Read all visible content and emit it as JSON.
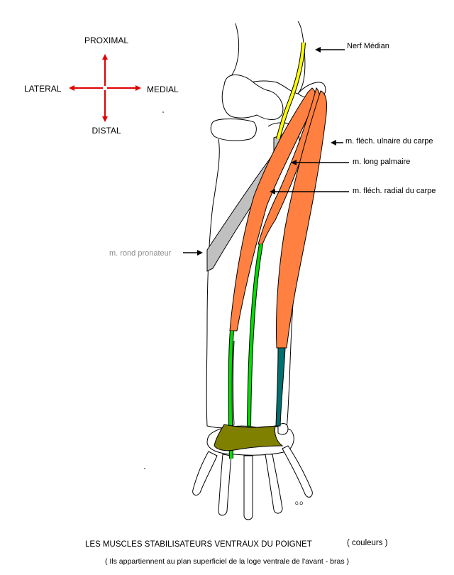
{
  "orientation": {
    "proximal": "PROXIMAL",
    "lateral": "LATERAL",
    "medial": "MEDIAL",
    "distal": "DISTAL",
    "arrow_color": "#e00000"
  },
  "labels": {
    "nerf_median": "Nerf Médian",
    "flech_ulnaire": "m. fléch. ulnaire du carpe",
    "long_palmaire": "m. long palmaire",
    "flech_radial": "m. fléch. radial du carpe",
    "rond_pronateur": "m. rond pronateur"
  },
  "caption": {
    "title": "LES MUSCLES STABILISATEURS VENTRAUX DU POIGNET",
    "title_note": "( couleurs )",
    "subtitle": "( Ils appartiennent au plan superficiel de la loge ventrale de l'avant - bras )"
  },
  "signature": "G.O",
  "colors": {
    "nerve": "#ffff00",
    "muscle": "#ff8040",
    "pronator": "#c0c0c0",
    "tendon_green": "#00dd00",
    "tendon_teal": "#007070",
    "retinaculum": "#808000",
    "bone_outline": "#000000"
  }
}
